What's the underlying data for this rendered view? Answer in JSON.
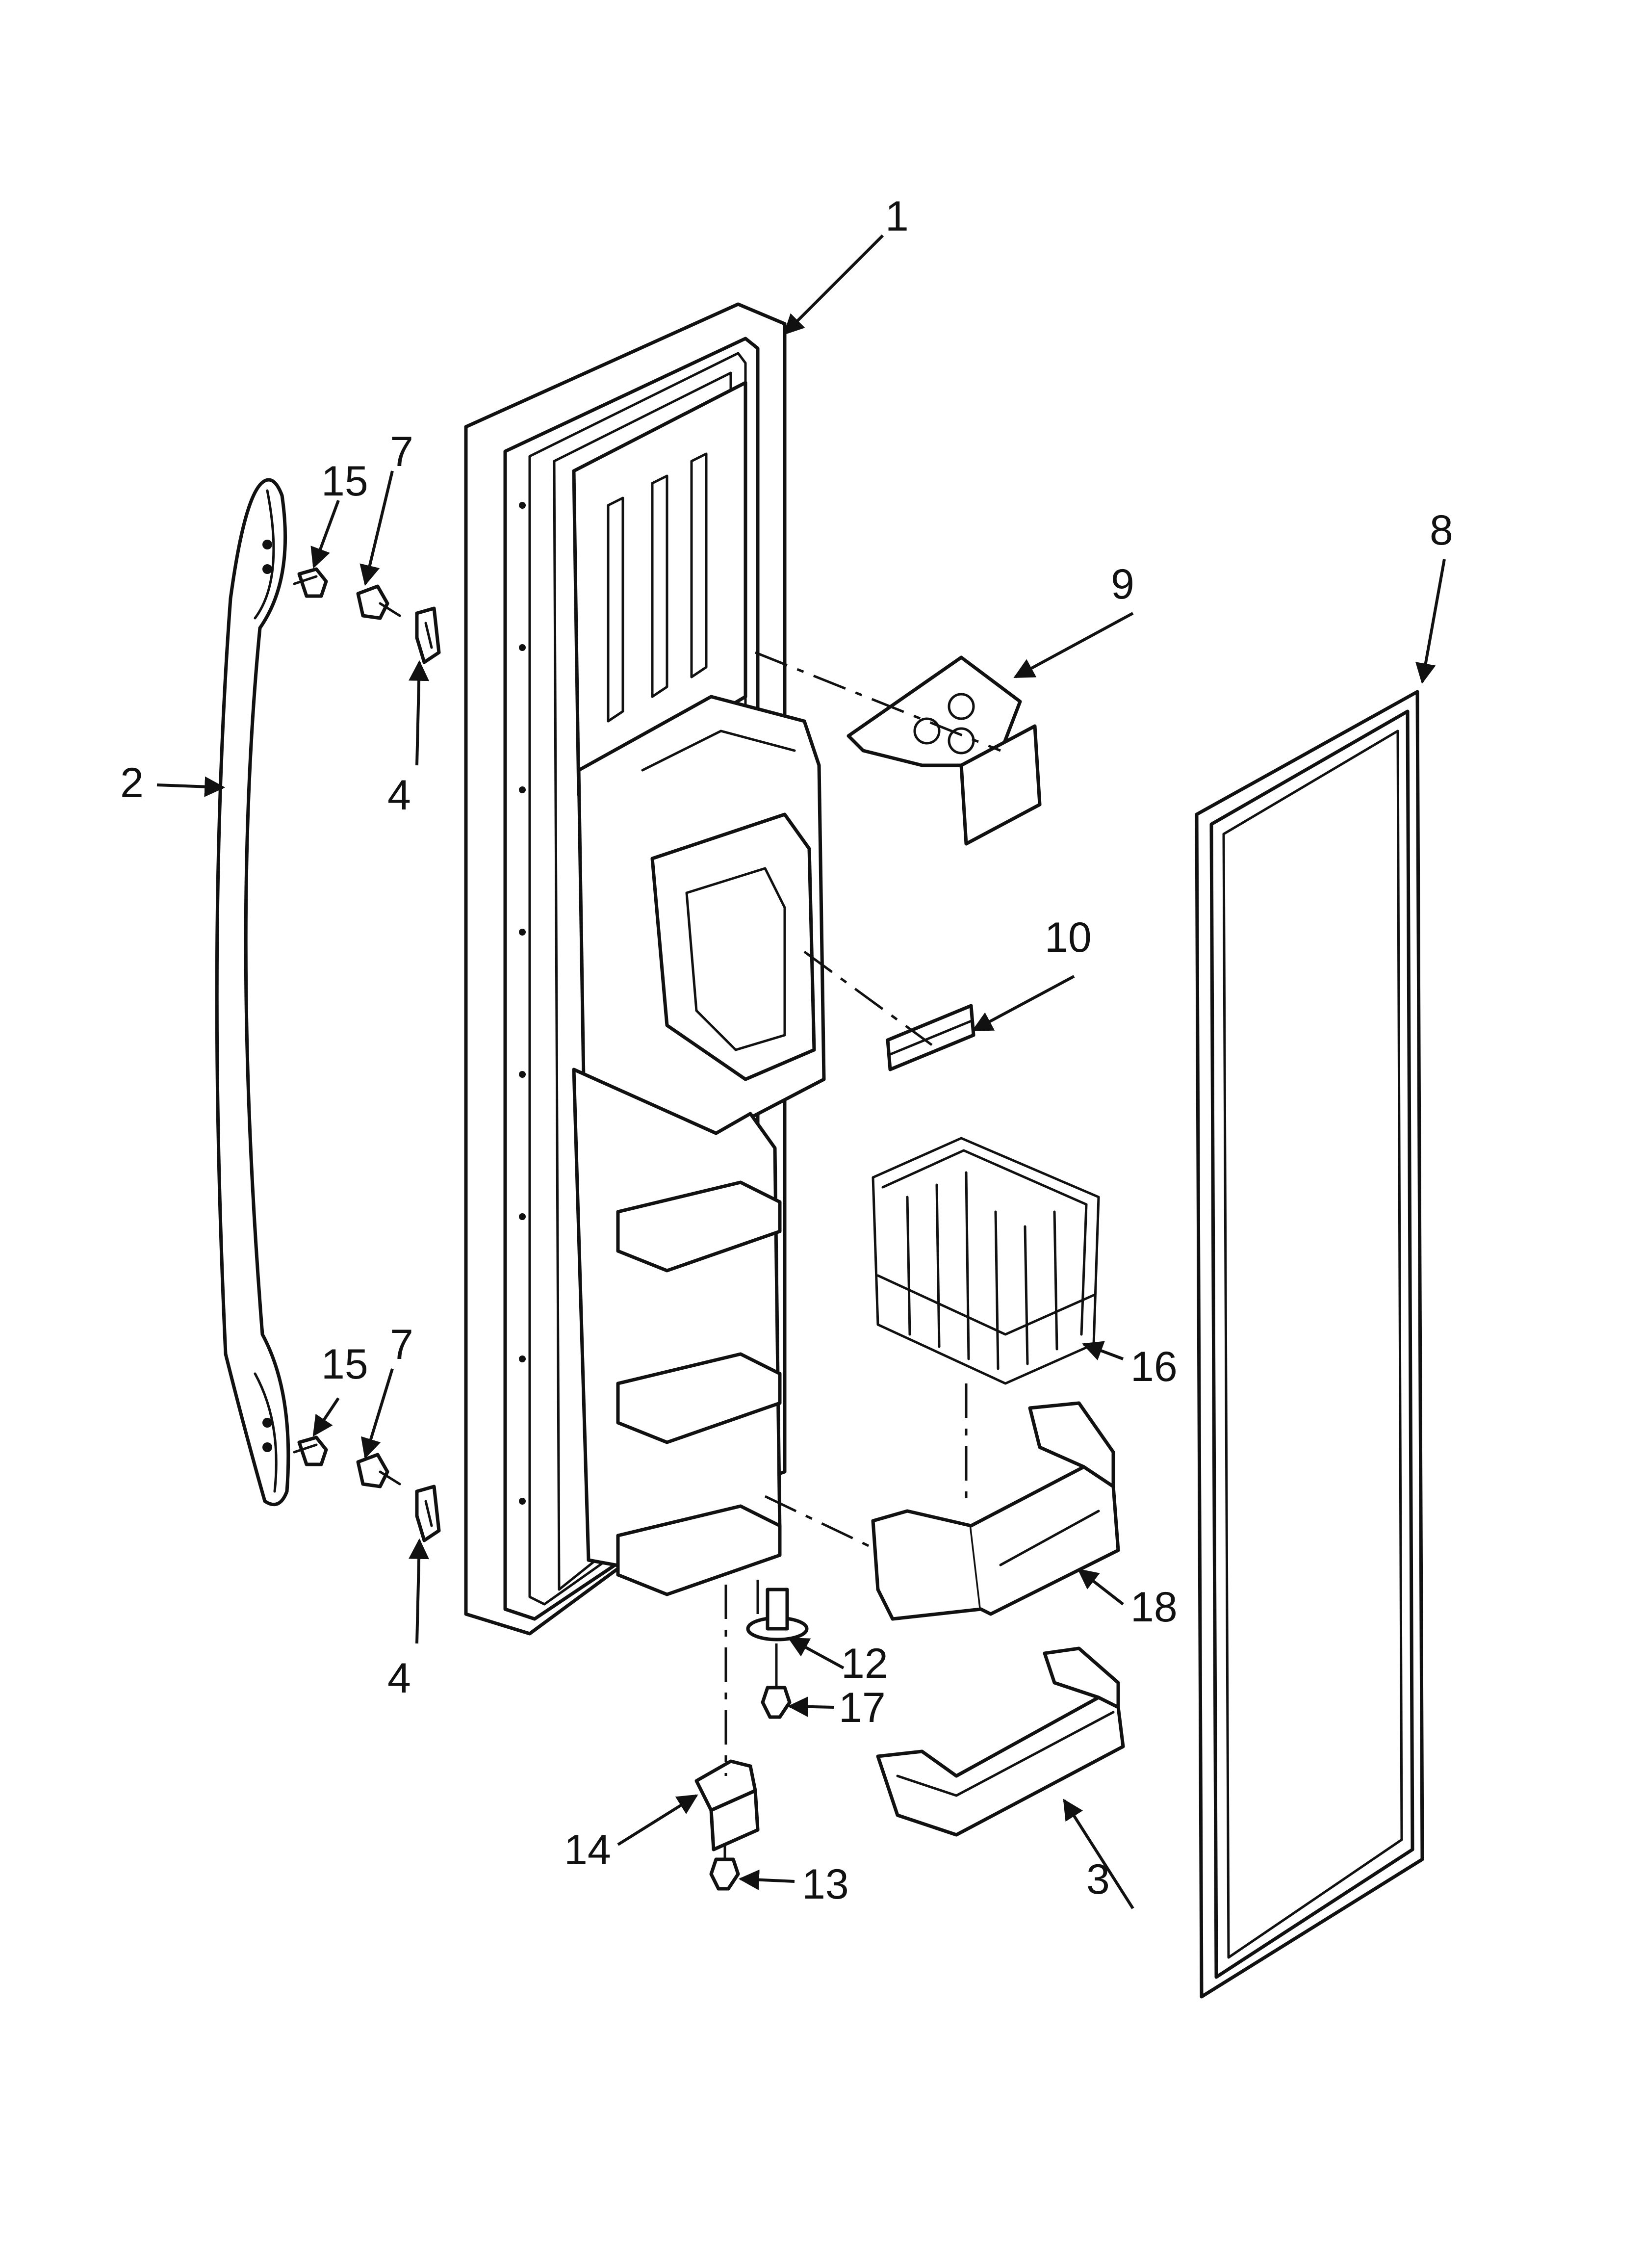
{
  "diagram": {
    "callouts": {
      "c1": "1",
      "c2": "2",
      "c3": "3",
      "c4_top": "4",
      "c4_bottom": "4",
      "c7_top": "7",
      "c7_bottom": "7",
      "c8": "8",
      "c9": "9",
      "c10": "10",
      "c12": "12",
      "c13": "13",
      "c14": "14",
      "c15_top": "15",
      "c15_bottom": "15",
      "c16": "16",
      "c17": "17",
      "c18": "18"
    }
  }
}
